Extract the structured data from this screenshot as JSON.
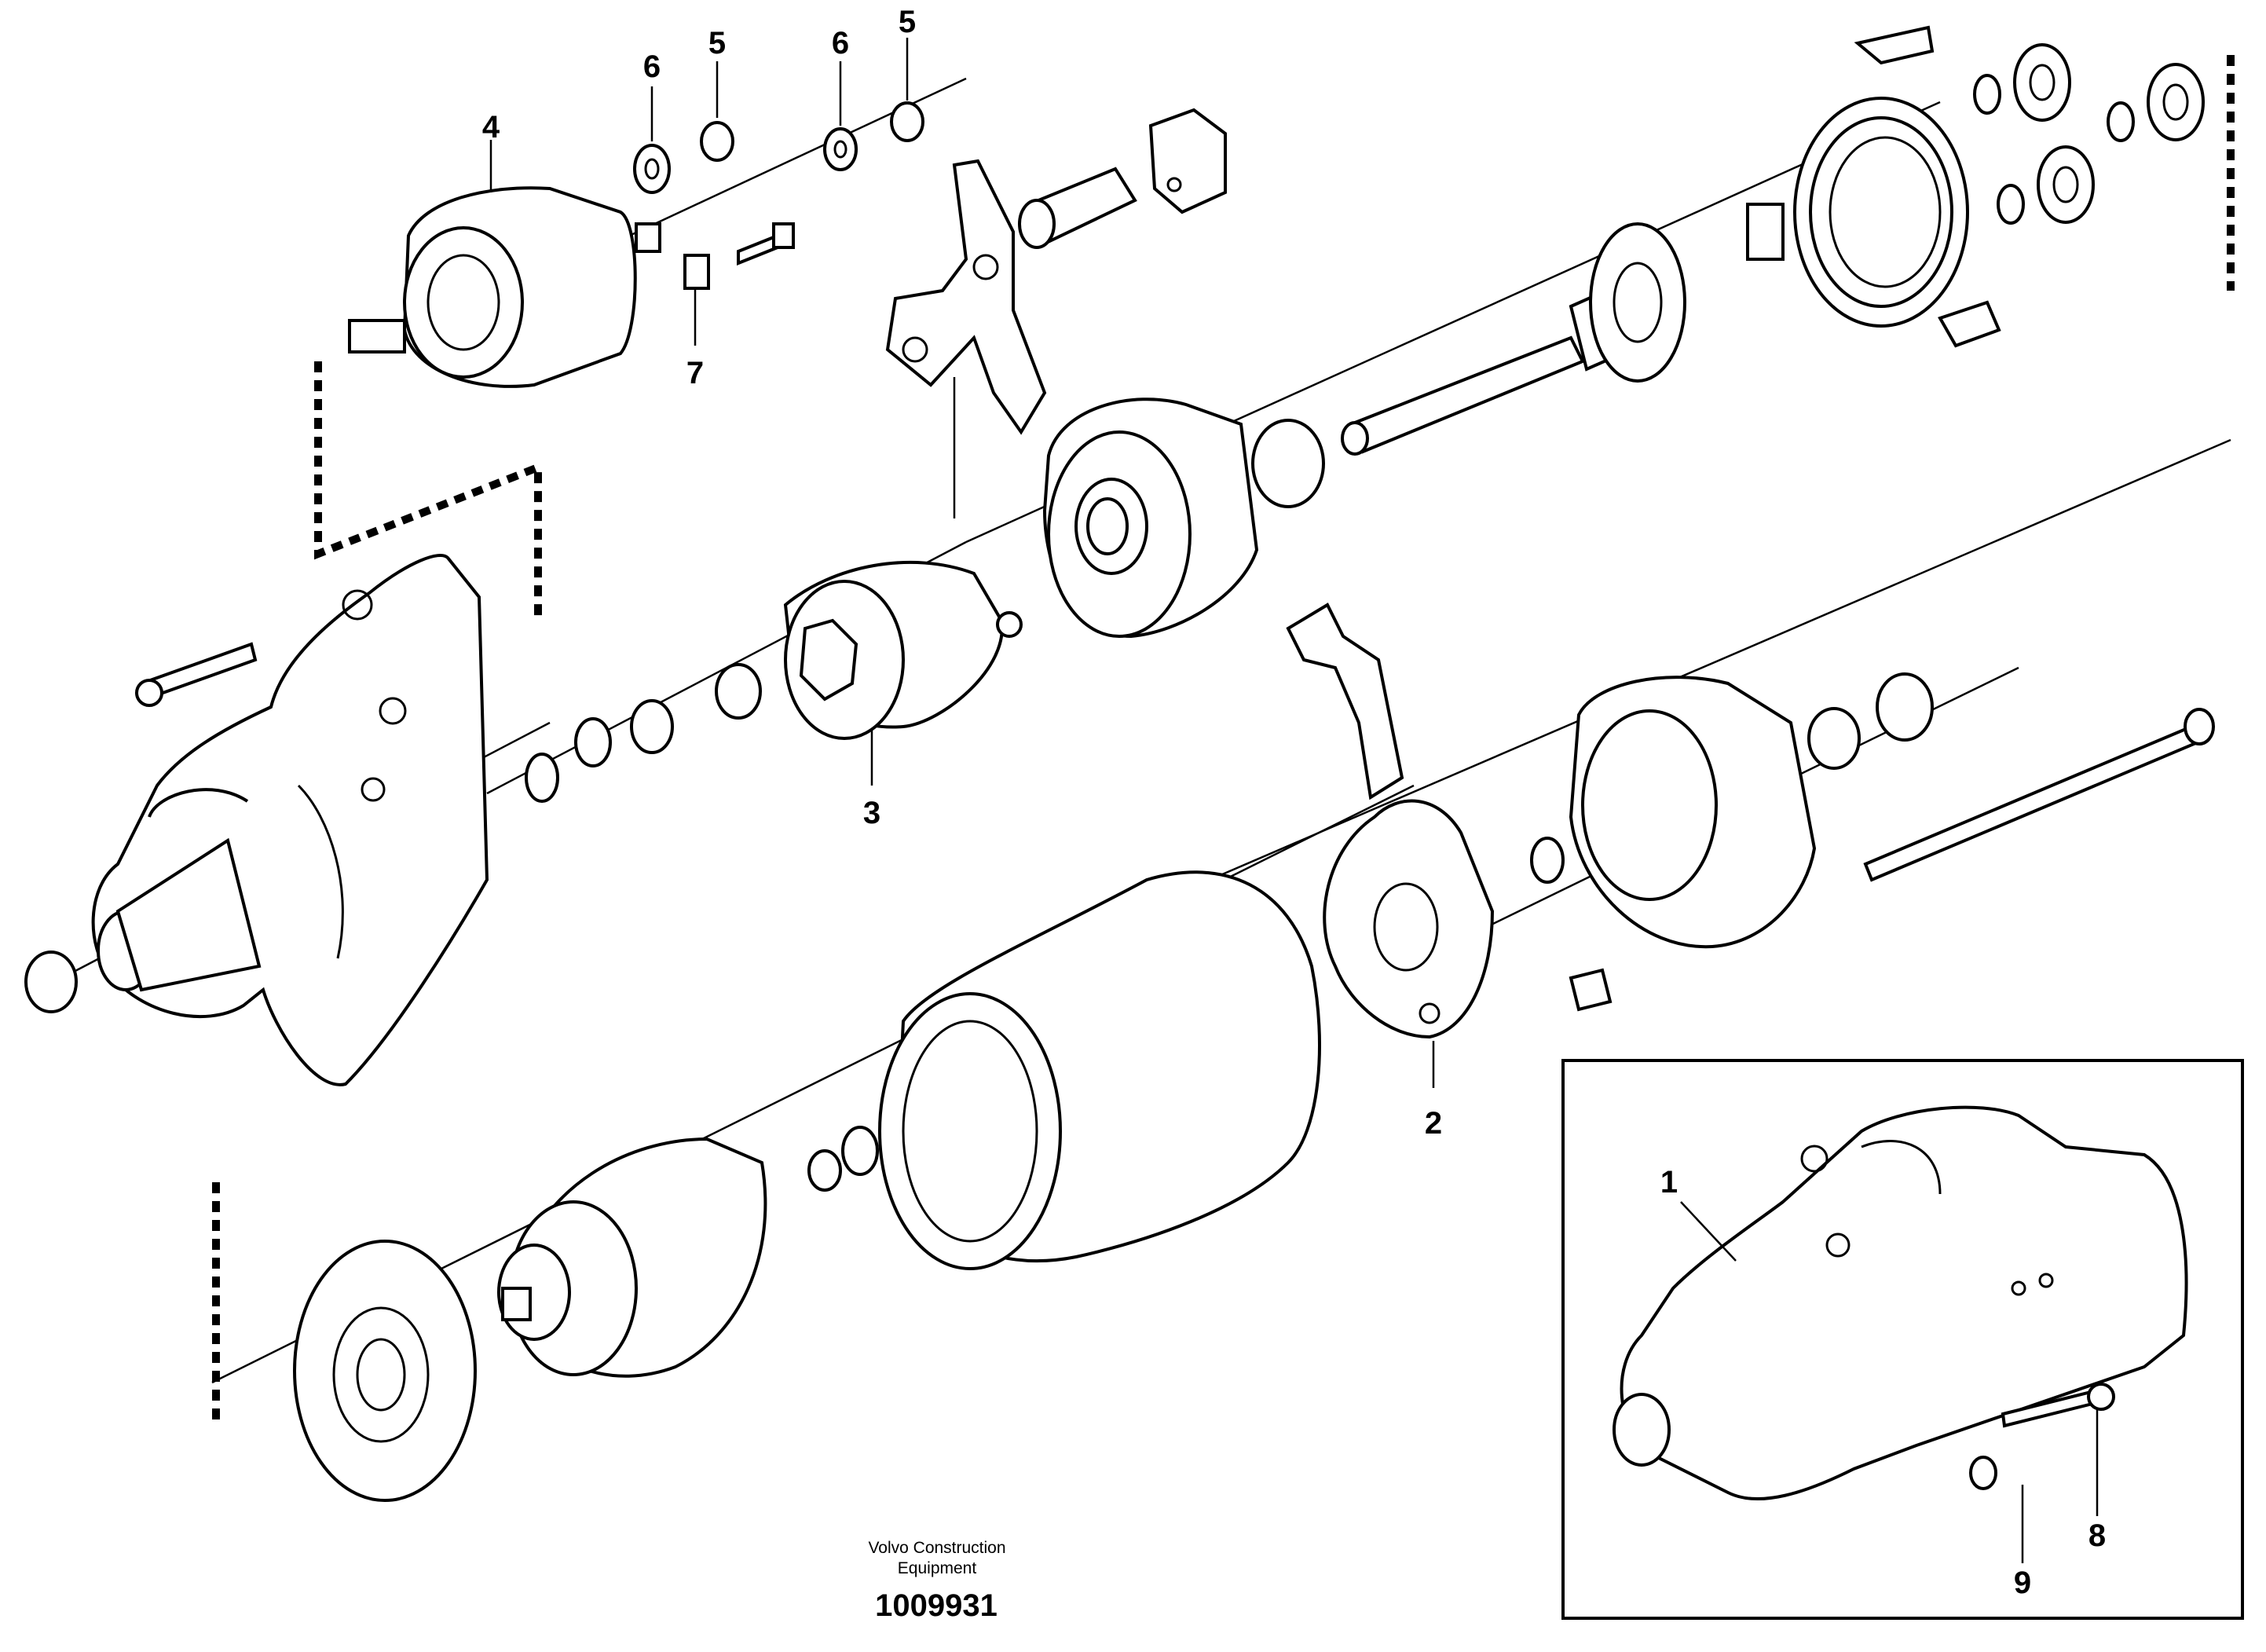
{
  "callouts": [
    {
      "id": "1",
      "label": "1"
    },
    {
      "id": "2",
      "label": "2"
    },
    {
      "id": "3",
      "label": "3"
    },
    {
      "id": "4",
      "label": "4"
    },
    {
      "id": "5a",
      "label": "5"
    },
    {
      "id": "5b",
      "label": "5"
    },
    {
      "id": "6a",
      "label": "6"
    },
    {
      "id": "6b",
      "label": "6"
    },
    {
      "id": "7",
      "label": "7"
    },
    {
      "id": "8",
      "label": "8"
    },
    {
      "id": "9",
      "label": "9"
    }
  ],
  "caption": {
    "line1": "Volvo Construction",
    "line2": "Equipment"
  },
  "drawing_number": "1009931"
}
